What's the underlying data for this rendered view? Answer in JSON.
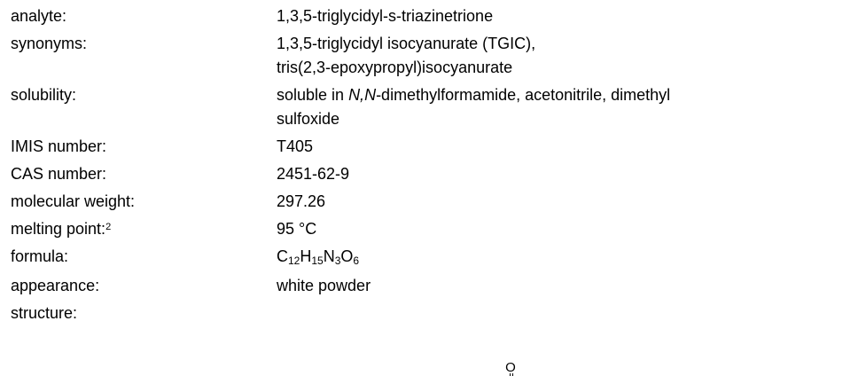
{
  "rows": {
    "analyte": {
      "label": "analyte:",
      "value": "1,3,5-triglycidyl-s-triazinetrione"
    },
    "synonyms": {
      "label": "synonyms:",
      "value_line1": "1,3,5-triglycidyl isocyanurate (TGIC),",
      "value_line2": "tris(2,3-epoxypropyl)isocyanurate"
    },
    "solubility": {
      "label": "solubility:",
      "prefix": "soluble in ",
      "italic": "N,N",
      "suffix": "-dimethylformamide, acetonitrile, dimethyl",
      "line2": "sulfoxide"
    },
    "imis": {
      "label": "IMIS number:",
      "value": "T405"
    },
    "cas": {
      "label": "CAS number:",
      "value": "2451-62-9"
    },
    "molecular_weight": {
      "label": "molecular weight:",
      "value": "297.26"
    },
    "melting_point": {
      "label": "melting point:",
      "footnote": "2",
      "value": "95 °C"
    },
    "formula": {
      "label": "formula:",
      "parts": {
        "c": "C",
        "c_n": "12",
        "h": "H",
        "h_n": "15",
        "n": "N",
        "n_n": "3",
        "o": "O",
        "o_n": "6"
      }
    },
    "appearance": {
      "label": "appearance:",
      "value": "white powder"
    },
    "structure": {
      "label": "structure:",
      "atom_top": "O"
    }
  }
}
